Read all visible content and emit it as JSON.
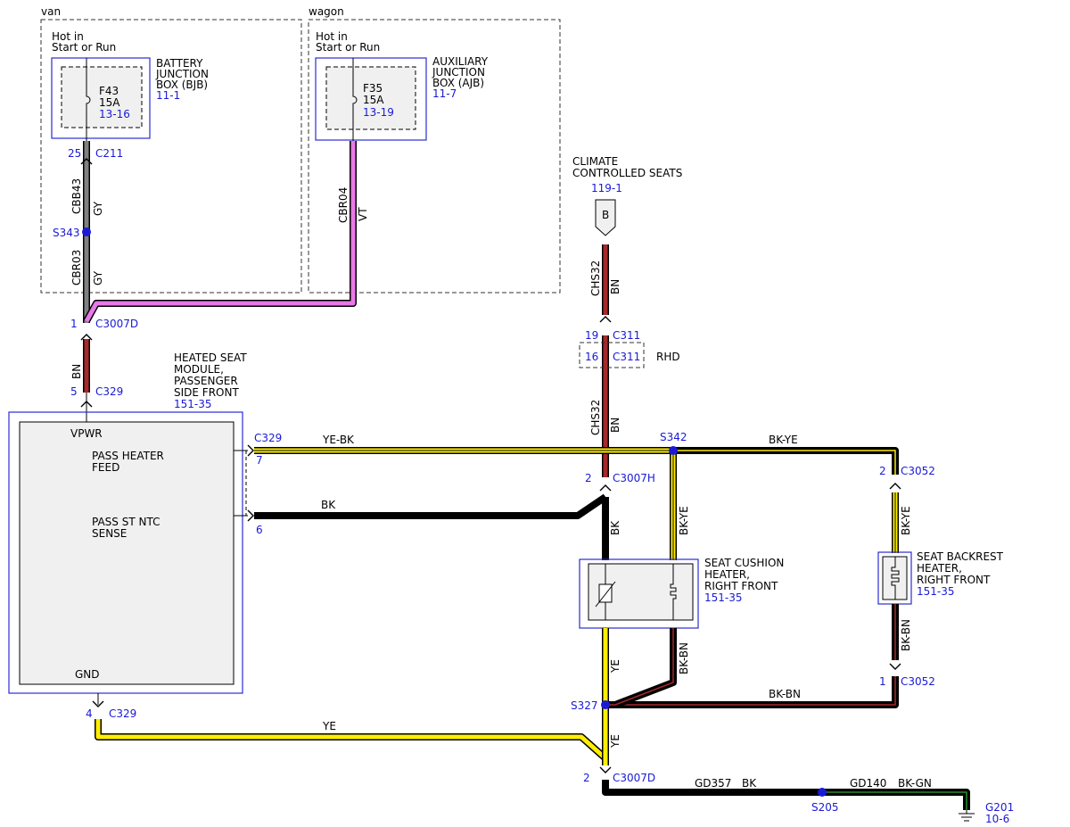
{
  "regions": {
    "van": "van",
    "wagon": "wagon"
  },
  "hot_in_1": "Hot in",
  "hot_in_2": "Start or Run",
  "bjb": {
    "name1": "BATTERY",
    "name2": "JUNCTION",
    "name3": "BOX (BJB)",
    "ref": "11-1",
    "fuse": "F43",
    "amps": "15A",
    "fuse_ref": "13-16"
  },
  "ajb": {
    "name1": "AUXILIARY",
    "name2": "JUNCTION",
    "name3": "BOX (AJB)",
    "ref": "11-7",
    "fuse": "F35",
    "amps": "15A",
    "fuse_ref": "13-19"
  },
  "climate": {
    "name1": "CLIMATE",
    "name2": "CONTROLLED SEATS",
    "ref": "119-1",
    "pin": "B"
  },
  "module": {
    "name1": "HEATED SEAT",
    "name2": "MODULE,",
    "name3": "PASSENGER",
    "name4": "SIDE FRONT",
    "ref": "151-35",
    "vpwr": "VPWR",
    "feed1": "PASS HEATER",
    "feed2": "FEED",
    "ntc1": "PASS ST NTC",
    "ntc2": "SENSE",
    "gnd": "GND"
  },
  "cushion": {
    "name1": "SEAT CUSHION",
    "name2": "HEATER,",
    "name3": "RIGHT FRONT",
    "ref": "151-35"
  },
  "backrest": {
    "name1": "SEAT BACKREST",
    "name2": "HEATER,",
    "name3": "RIGHT FRONT",
    "ref": "151-35"
  },
  "connectors": {
    "c211": "C211",
    "c211_pin": "25",
    "c3007d": "C3007D",
    "c3007d_pin_top": "1",
    "c3007d_pin_bot": "2",
    "c329": "C329",
    "c329_pin5": "5",
    "c329_pin7": "7",
    "c329_pin6": "6",
    "c329_pin4": "4",
    "c311": "C311",
    "c311_pin19": "19",
    "c311_pin16": "16",
    "rhd": "RHD",
    "c3007h": "C3007H",
    "c3007h_pin": "2",
    "c3052": "C3052",
    "c3052_pin2": "2",
    "c3052_pin1": "1"
  },
  "splices": {
    "s343": "S343",
    "s342": "S342",
    "s327": "S327",
    "s205": "S205"
  },
  "circuits": {
    "cbb43": "CBB43",
    "cbr03": "CBR03",
    "cbr04": "CBR04",
    "chs32": "CHS32",
    "gd357": "GD357",
    "gd140": "GD140"
  },
  "colors": {
    "gy": "GY",
    "vt": "VT",
    "bn": "BN",
    "ye_bk": "YE-BK",
    "bk_ye": "BK-YE",
    "bk": "BK",
    "ye": "YE",
    "bk_bn": "BK-BN",
    "bk_gn": "BK-GN"
  },
  "ground": {
    "name": "G201",
    "ref": "10-6"
  },
  "wire_colors": {
    "gray": "#808080",
    "violet": "#e879e8",
    "brown": "#a52a2a",
    "yellow": "#ffee00",
    "green": "#2a8a2a",
    "splice": "#1a1ad6"
  }
}
